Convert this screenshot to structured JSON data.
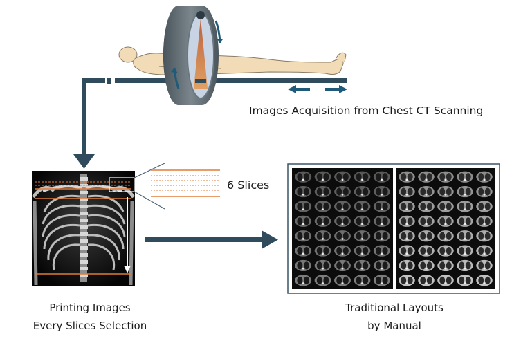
{
  "labels": {
    "acquisition": "Images Acquisition from Chest CT Scanning",
    "slices": "6 Slices",
    "printing_line1": "Printing Images",
    "printing_line2": "Every Slices Selection",
    "traditional_line1": "Traditional Layouts",
    "traditional_line2": "by Manual"
  },
  "colors": {
    "arrow": "#2f4b5c",
    "gantry_ring": "#5d6870",
    "gantry_inner": "#c8d4e4",
    "beam": "#c0622a",
    "body_fill": "#f2dcb8",
    "body_stroke": "#8a7a64",
    "table": "#2f4b5c",
    "slice_line": "#e07b39",
    "frame": "#3a5566"
  },
  "icons": {
    "ct_scanner": "ct-scanner-icon",
    "patient": "patient-body-icon",
    "xray": "chest-xray-image",
    "slice_grid": "ct-slice-grid-image"
  },
  "grid": {
    "left_panel_rows": 8,
    "left_panel_cols": 5,
    "right_panel_rows": 8,
    "right_panel_cols": 5
  },
  "slice_count": 6
}
